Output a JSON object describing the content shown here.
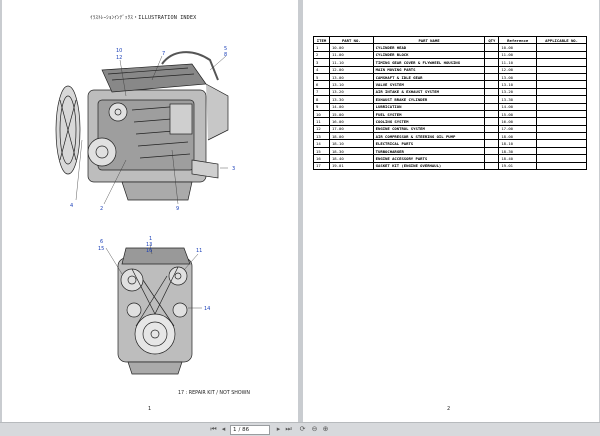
{
  "left_page": {
    "title": "ｲﾗｽﾄﾚｰｼｮﾝｲﾝﾃﾞｯｸｽ・ILLUSTRATION INDEX",
    "page_number": "1",
    "note": "17 : REPAIR KIT / NOT SHOWN",
    "callouts_top": [
      "10",
      "12",
      "7",
      "5",
      "8",
      "3",
      "4",
      "2",
      "9"
    ],
    "callouts_bottom": [
      "6",
      "15",
      "1",
      "13",
      "16",
      "11",
      "14"
    ]
  },
  "right_page": {
    "page_number": "2",
    "table": {
      "headers": [
        "ITEM",
        "PART NO.",
        "PART NAME",
        "QTY",
        "Reference",
        "APPLICABLE NO."
      ],
      "rows": [
        [
          "1",
          "10-00",
          "CYLINDER HEAD",
          "",
          "10-00",
          ""
        ],
        [
          "2",
          "11-00",
          "CYLINDER BLOCK",
          "",
          "11-00",
          ""
        ],
        [
          "3",
          "11-10",
          "TIMING GEAR COVER & FLYWHEEL HOUSING",
          "",
          "11-10",
          ""
        ],
        [
          "4",
          "12-00",
          "MAIN MOVING PARTS",
          "",
          "12-00",
          ""
        ],
        [
          "5",
          "13-00",
          "CAMSHAFT & IDLE GEAR",
          "",
          "13-00",
          ""
        ],
        [
          "6",
          "13-10",
          "VALVE SYSTEM",
          "",
          "13-10",
          ""
        ],
        [
          "7",
          "13-20",
          "AIR INTAKE & EXHAUST SYSTEM",
          "",
          "13-20",
          ""
        ],
        [
          "8",
          "13-30",
          "EXHAUST BRAKE CYLINDER",
          "",
          "13-30",
          ""
        ],
        [
          "9",
          "14-00",
          "LUBRICATION",
          "",
          "14-00",
          ""
        ],
        [
          "10",
          "15-00",
          "FUEL SYSTEM",
          "",
          "15-00",
          ""
        ],
        [
          "11",
          "16-00",
          "COOLING SYSTEM",
          "",
          "16-00",
          ""
        ],
        [
          "12",
          "17-00",
          "ENGINE CONTROL SYSTEM",
          "",
          "17-00",
          ""
        ],
        [
          "13",
          "18-00",
          "AIR COMPRESSOR & STEERING OIL PUMP",
          "",
          "18-00",
          ""
        ],
        [
          "14",
          "18-10",
          "ELECTRICAL PARTS",
          "",
          "18-10",
          ""
        ],
        [
          "15",
          "18-30",
          "TURBOCHARGER",
          "",
          "18-30",
          ""
        ],
        [
          "16",
          "18-40",
          "ENGINE ACCESSORY PARTS",
          "",
          "18-40",
          ""
        ],
        [
          "17",
          "19-01",
          "GASKET KIT (ENGINE OVERHAUL)",
          "",
          "19-01",
          ""
        ]
      ]
    }
  },
  "toolbar": {
    "current_page": "1",
    "total_pages": "/ 86",
    "icons": [
      "first-page-icon",
      "prev-page-icon",
      "next-page-icon",
      "last-page-icon",
      "rotate-icon",
      "zoom-out-icon",
      "zoom-in-icon"
    ]
  },
  "colors": {
    "callout": "#1a3fb8",
    "viewer_bg": "#c9ccd0",
    "page_bg": "#ffffff"
  }
}
